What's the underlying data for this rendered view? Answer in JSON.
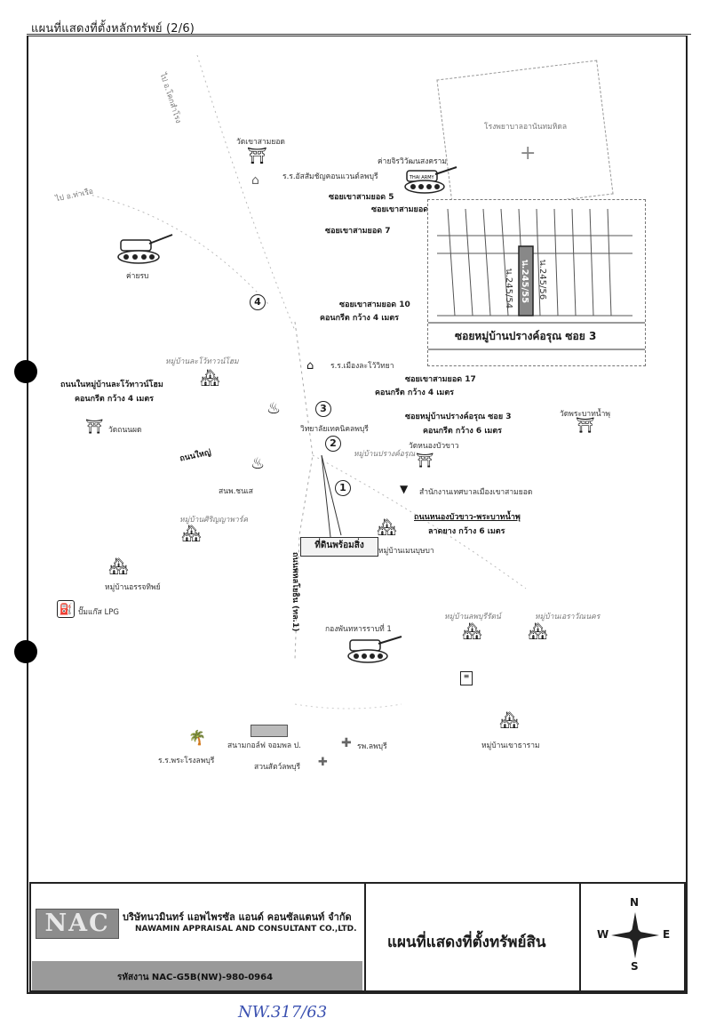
{
  "header": {
    "title": "แผนที่แสดงที่ตั้งหลักทรัพย์ (2/6)"
  },
  "map": {
    "places": [
      {
        "id": "road_to_lopburi_town",
        "text": "ไป อ.โคกสำโรง"
      },
      {
        "id": "road_to_pathum",
        "text": "ไป อ.ท่าเรือ"
      },
      {
        "id": "wat_top",
        "text": "วัดเขาสามยอด"
      },
      {
        "id": "school_top",
        "text": "ร.ร.อัสสัมชัญคอนแวนต์ลพบุรี"
      },
      {
        "id": "camp_top",
        "text": "ค่ายจิรวิวัฒนสงคราม"
      },
      {
        "id": "hospital_top",
        "text": "โรงพยาบาลอานันทมหิดล"
      },
      {
        "id": "soi5",
        "text": "ซอยเขาสามยอด 5"
      },
      {
        "id": "soi_plain",
        "text": "ซอยเขาสามยอด"
      },
      {
        "id": "soi7",
        "text": "ซอยเขาสามยอด 7"
      },
      {
        "id": "camp_left",
        "text": "ค่ายรบ"
      },
      {
        "id": "soi10",
        "text": "ซอยเขาสามยอด 10"
      },
      {
        "id": "soi10_surface",
        "text": "คอนกรีต กว้าง 4 เมตร"
      },
      {
        "id": "village_wittaya",
        "text": "หมู่บ้านละโว้ทาวน์โฮม"
      },
      {
        "id": "school_mid",
        "text": "ร.ร.เมืองละโว้วิทยา"
      },
      {
        "id": "road_in_village",
        "text": "ถนนในหมู่บ้านละโว้ทาวน์โฮม"
      },
      {
        "id": "road_in_village_surface",
        "text": "คอนกรีต กว้าง 4 เมตร"
      },
      {
        "id": "soi17",
        "text": "ซอยเขาสามยอด 17"
      },
      {
        "id": "soi17_surface",
        "text": "คอนกรีต กว้าง 4 เมตร"
      },
      {
        "id": "wat_left",
        "text": "วัดถนนผด"
      },
      {
        "id": "main_road",
        "text": "ถนนใหญ่"
      },
      {
        "id": "college",
        "text": "วิทยาลัยเทคนิคลพบุรี"
      },
      {
        "id": "soi_village3",
        "text": "ซอยหมู่บ้านปรางค์อรุณ ซอย 3"
      },
      {
        "id": "soi_village3_surface",
        "text": "คอนกรีต กว้าง 6 เมตร"
      },
      {
        "id": "wat_right",
        "text": "วัดพระบาทน้ำพุ"
      },
      {
        "id": "wat_nongbua",
        "text": "วัดหนองบัวขาว"
      },
      {
        "id": "village_prang",
        "text": "หมู่บ้านปรางค์อรุณ"
      },
      {
        "id": "gas_station",
        "text": "สนพ.ชนเส"
      },
      {
        "id": "district_office",
        "text": "สำนักงานเทศบาลเมืองเขาสามยอด"
      },
      {
        "id": "road_nongbua",
        "text": "ถนนหนองบัวขาว-พระบาทน้ำพุ"
      },
      {
        "id": "road_nongbua_surface",
        "text": "ลาดยาง กว้าง 6 เมตร"
      },
      {
        "id": "village_sirinya",
        "text": "หมู่บ้านศิริญญาพาร์ค"
      },
      {
        "id": "village_mainbua",
        "text": "หมู่บ้านเมนบุษบา"
      },
      {
        "id": "village_aransap",
        "text": "หมู่บ้านอรรจทิพย์"
      },
      {
        "id": "road_phahol",
        "text": "ถนนพหลโยธิน (ทล.1)"
      },
      {
        "id": "lpg",
        "text": "ปั๊มแก๊ส LPG"
      },
      {
        "id": "army_camp",
        "text": "กองพันทหารราบที่ 1"
      },
      {
        "id": "village_lopburi",
        "text": "หมู่บ้านลพบุรีรัตน์"
      },
      {
        "id": "village_aerawan",
        "text": "หมู่บ้านเอราวัณนคร"
      },
      {
        "id": "golf",
        "text": "สนามกอล์ฟ จอมพล ป."
      },
      {
        "id": "hospital_lop",
        "text": "รพ.ลพบุรี"
      },
      {
        "id": "zoo",
        "text": "สวนสัตว์ลพบุรี"
      },
      {
        "id": "school_bottom",
        "text": "ร.ร.พระโรงลพบุรี"
      },
      {
        "id": "village_bottom_right",
        "text": "หมู่บ้านเขาธาราม"
      }
    ],
    "markers": [
      "1",
      "2",
      "3",
      "4"
    ],
    "subject_label": "ที่ดินพร้อมสิ่ง",
    "inset": {
      "plot_a": "น.245/54",
      "plot_b": "น.245/55",
      "plot_c": "น.245/56",
      "road": "ซอยหมู่บ้านปรางค์อรุณ ซอย 3"
    },
    "army_badge": "THAI ARMY"
  },
  "title_block": {
    "logo": "NAC",
    "company_th": "บริษัทนวมินทร์ แอพไพรซัล แอนด์ คอนซัลแตนท์ จำกัด",
    "company_en": "NAWAMIN APPRAISAL AND CONSULTANT CO.,LTD.",
    "code": "รหัสงาน NAC-G5B(NW)-980-0964",
    "map_title": "แผนที่แสดงที่ตั้งทรัพย์สิน",
    "compass": {
      "n": "N",
      "s": "S",
      "e": "E",
      "w": "W"
    }
  },
  "handwritten_note": "NW.317/63"
}
